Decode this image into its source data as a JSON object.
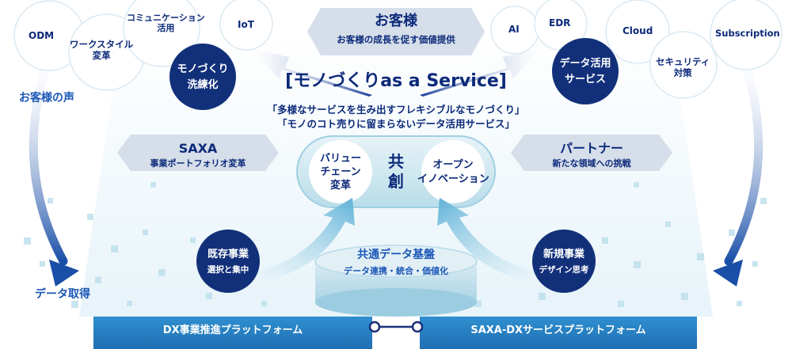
{
  "top_bubbles": {
    "odm": "ODM",
    "workstyle": [
      "ワークスタイル",
      "変革"
    ],
    "communication": [
      "コミュニケーション",
      "活用"
    ],
    "iot": "IoT",
    "ai": "AI",
    "edr": "EDR",
    "cloud": "Cloud",
    "subscription": "Subscription",
    "security": [
      "セキュリティ",
      "対策"
    ]
  },
  "monozukuri": [
    "モノづくり",
    "洗練化"
  ],
  "data_service": [
    "データ活用",
    "サービス"
  ],
  "customer": {
    "title": "お客様",
    "subtitle": "お客様の成長を促す価値提供"
  },
  "main_title": "[モノづくりas a Service]",
  "taglines": [
    "「多様なサービスを生み出すフレキシブルなモノづくり」",
    "「モノのコト売りに留まらないデータ活用サービス」"
  ],
  "saxa": {
    "title": "SAXA",
    "subtitle": "事業ポートフォリオ変革"
  },
  "partner": {
    "title": "パートナー",
    "subtitle": "新たな領域への挑戦"
  },
  "value_chain": [
    "バリュー",
    "チェーン",
    "変革"
  ],
  "open_innovation": [
    "オープン",
    "イノベーション"
  ],
  "kyoso": [
    "共",
    "創"
  ],
  "voice": "お客様の声",
  "data_acquisition": "データ取得",
  "existing": {
    "title": "既存事業",
    "subtitle": "選択と集中"
  },
  "new_business": {
    "title": "新規事業",
    "subtitle": "デザイン思考"
  },
  "platform": {
    "title": "共通データ基盤",
    "subtitle": "データ連携・統合・価値化"
  },
  "bottom_left": "DX事業推進プラットフォーム",
  "bottom_right": "SAXA-DXサービスプラットフォーム"
}
